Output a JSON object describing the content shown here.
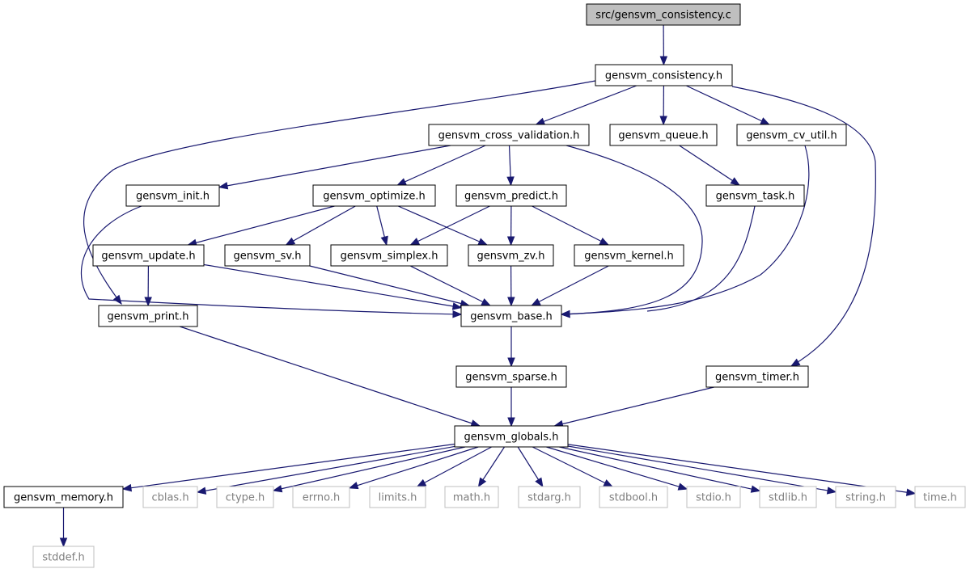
{
  "diagram": {
    "colors": {
      "edge": "#191970",
      "root_fill": "#bfbfbf",
      "node_border": "#000000",
      "external_border": "#bfbfbf",
      "node_text": "#000000",
      "external_text": "#7f7f7f"
    },
    "nodes": [
      {
        "id": "root",
        "label": "src/gensvm_consistency.c",
        "kind": "root"
      },
      {
        "id": "consistency_h",
        "label": "gensvm_consistency.h",
        "kind": "header"
      },
      {
        "id": "cross_validation_h",
        "label": "gensvm_cross_validation.h",
        "kind": "header"
      },
      {
        "id": "queue_h",
        "label": "gensvm_queue.h",
        "kind": "header"
      },
      {
        "id": "cv_util_h",
        "label": "gensvm_cv_util.h",
        "kind": "header"
      },
      {
        "id": "init_h",
        "label": "gensvm_init.h",
        "kind": "header"
      },
      {
        "id": "optimize_h",
        "label": "gensvm_optimize.h",
        "kind": "header"
      },
      {
        "id": "predict_h",
        "label": "gensvm_predict.h",
        "kind": "header"
      },
      {
        "id": "task_h",
        "label": "gensvm_task.h",
        "kind": "header"
      },
      {
        "id": "update_h",
        "label": "gensvm_update.h",
        "kind": "header"
      },
      {
        "id": "sv_h",
        "label": "gensvm_sv.h",
        "kind": "header"
      },
      {
        "id": "simplex_h",
        "label": "gensvm_simplex.h",
        "kind": "header"
      },
      {
        "id": "zv_h",
        "label": "gensvm_zv.h",
        "kind": "header"
      },
      {
        "id": "kernel_h",
        "label": "gensvm_kernel.h",
        "kind": "header"
      },
      {
        "id": "print_h",
        "label": "gensvm_print.h",
        "kind": "header"
      },
      {
        "id": "base_h",
        "label": "gensvm_base.h",
        "kind": "header"
      },
      {
        "id": "sparse_h",
        "label": "gensvm_sparse.h",
        "kind": "header"
      },
      {
        "id": "timer_h",
        "label": "gensvm_timer.h",
        "kind": "header"
      },
      {
        "id": "globals_h",
        "label": "gensvm_globals.h",
        "kind": "header"
      },
      {
        "id": "memory_h",
        "label": "gensvm_memory.h",
        "kind": "header"
      },
      {
        "id": "cblas_h",
        "label": "cblas.h",
        "kind": "external"
      },
      {
        "id": "ctype_h",
        "label": "ctype.h",
        "kind": "external"
      },
      {
        "id": "errno_h",
        "label": "errno.h",
        "kind": "external"
      },
      {
        "id": "limits_h",
        "label": "limits.h",
        "kind": "external"
      },
      {
        "id": "math_h",
        "label": "math.h",
        "kind": "external"
      },
      {
        "id": "stdarg_h",
        "label": "stdarg.h",
        "kind": "external"
      },
      {
        "id": "stdbool_h",
        "label": "stdbool.h",
        "kind": "external"
      },
      {
        "id": "stdio_h",
        "label": "stdio.h",
        "kind": "external"
      },
      {
        "id": "stdlib_h",
        "label": "stdlib.h",
        "kind": "external"
      },
      {
        "id": "string_h",
        "label": "string.h",
        "kind": "external"
      },
      {
        "id": "time_h",
        "label": "time.h",
        "kind": "external"
      },
      {
        "id": "stddef_h",
        "label": "stddef.h",
        "kind": "external"
      }
    ],
    "edges": [
      {
        "from": "root",
        "to": "consistency_h"
      },
      {
        "from": "consistency_h",
        "to": "cross_validation_h"
      },
      {
        "from": "consistency_h",
        "to": "queue_h"
      },
      {
        "from": "consistency_h",
        "to": "cv_util_h"
      },
      {
        "from": "consistency_h",
        "to": "print_h"
      },
      {
        "from": "consistency_h",
        "to": "timer_h"
      },
      {
        "from": "cross_validation_h",
        "to": "init_h"
      },
      {
        "from": "cross_validation_h",
        "to": "optimize_h"
      },
      {
        "from": "cross_validation_h",
        "to": "predict_h"
      },
      {
        "from": "cross_validation_h",
        "to": "base_h"
      },
      {
        "from": "queue_h",
        "to": "task_h"
      },
      {
        "from": "cv_util_h",
        "to": "base_h"
      },
      {
        "from": "task_h",
        "to": "base_h"
      },
      {
        "from": "init_h",
        "to": "base_h"
      },
      {
        "from": "optimize_h",
        "to": "update_h"
      },
      {
        "from": "optimize_h",
        "to": "sv_h"
      },
      {
        "from": "optimize_h",
        "to": "simplex_h"
      },
      {
        "from": "optimize_h",
        "to": "zv_h"
      },
      {
        "from": "predict_h",
        "to": "simplex_h"
      },
      {
        "from": "predict_h",
        "to": "zv_h"
      },
      {
        "from": "predict_h",
        "to": "kernel_h"
      },
      {
        "from": "update_h",
        "to": "print_h"
      },
      {
        "from": "update_h",
        "to": "base_h"
      },
      {
        "from": "sv_h",
        "to": "base_h"
      },
      {
        "from": "simplex_h",
        "to": "base_h"
      },
      {
        "from": "zv_h",
        "to": "base_h"
      },
      {
        "from": "kernel_h",
        "to": "base_h"
      },
      {
        "from": "print_h",
        "to": "globals_h"
      },
      {
        "from": "base_h",
        "to": "sparse_h"
      },
      {
        "from": "sparse_h",
        "to": "globals_h"
      },
      {
        "from": "timer_h",
        "to": "globals_h"
      },
      {
        "from": "globals_h",
        "to": "memory_h"
      },
      {
        "from": "globals_h",
        "to": "cblas_h"
      },
      {
        "from": "globals_h",
        "to": "ctype_h"
      },
      {
        "from": "globals_h",
        "to": "errno_h"
      },
      {
        "from": "globals_h",
        "to": "limits_h"
      },
      {
        "from": "globals_h",
        "to": "math_h"
      },
      {
        "from": "globals_h",
        "to": "stdarg_h"
      },
      {
        "from": "globals_h",
        "to": "stdbool_h"
      },
      {
        "from": "globals_h",
        "to": "stdio_h"
      },
      {
        "from": "globals_h",
        "to": "stdlib_h"
      },
      {
        "from": "globals_h",
        "to": "string_h"
      },
      {
        "from": "globals_h",
        "to": "time_h"
      },
      {
        "from": "memory_h",
        "to": "stddef_h"
      }
    ]
  }
}
